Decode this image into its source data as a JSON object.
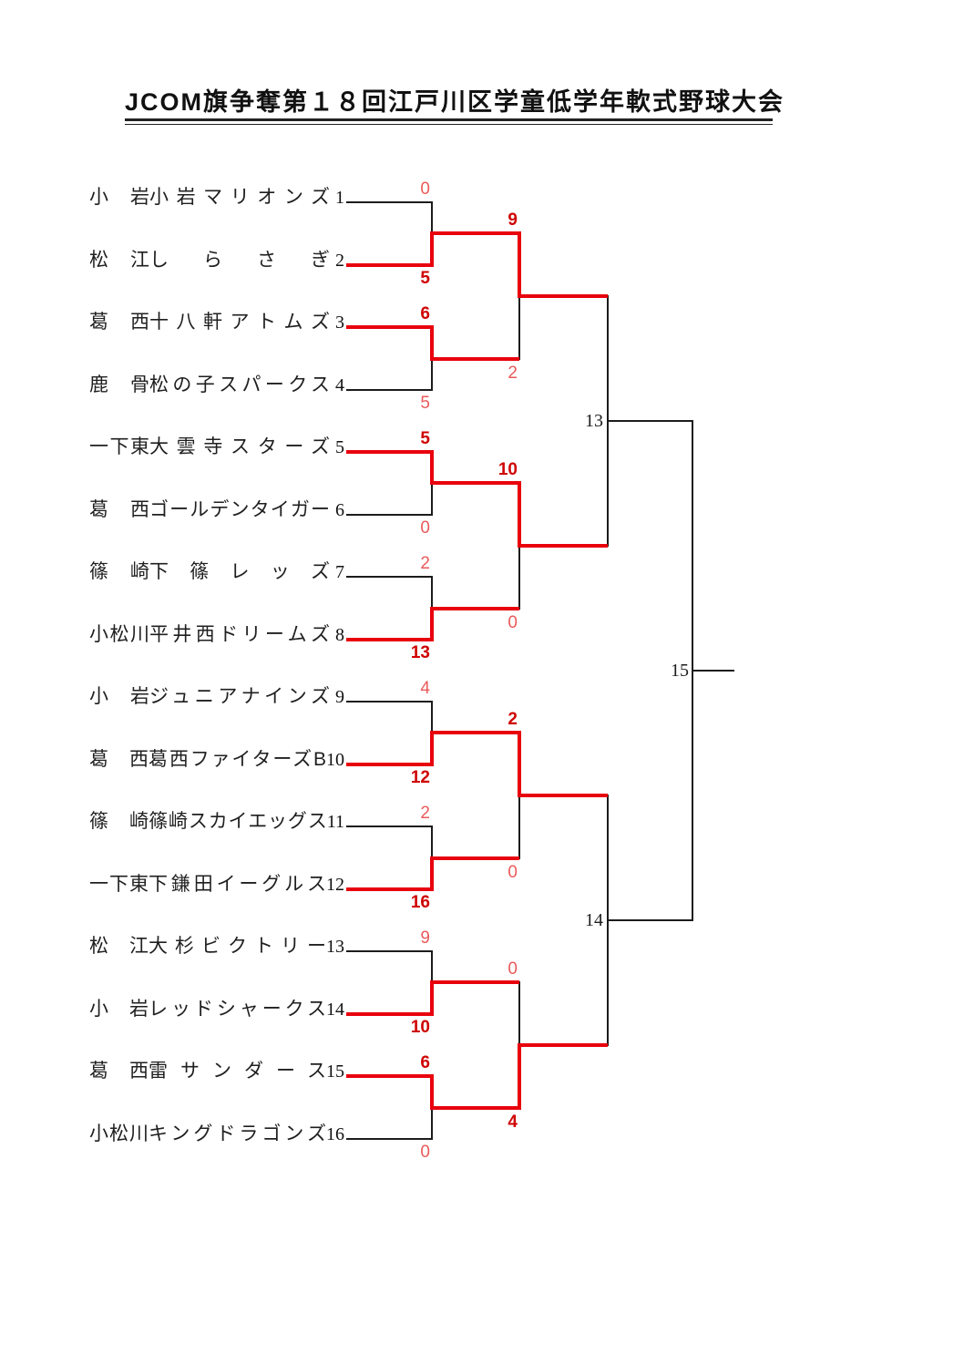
{
  "title": "JCOM旗争奪第１８回江戸川区学童低学年軟式野球大会",
  "colors": {
    "bracket_red": "#e8000d",
    "winner_score_red": "#cf0000",
    "loser_score_red": "#ea5a5a",
    "line_black": "#1c1c1c"
  },
  "round1": {
    "teams": [
      {
        "region": "小岩",
        "name": "小岩マリオンズ",
        "number": "1",
        "score": "0",
        "result": "lose"
      },
      {
        "region": "松江",
        "name": "しらさぎ",
        "number": "2",
        "score": "5",
        "result": "win"
      },
      {
        "region": "葛西",
        "name": "十八軒アトムズ",
        "number": "3",
        "score": "6",
        "result": "win"
      },
      {
        "region": "鹿骨",
        "name": "松の子スパークス",
        "number": "4",
        "score": "5",
        "result": "lose"
      },
      {
        "region": "一下東",
        "name": "大雲寺スターズ",
        "number": "5",
        "score": "5",
        "result": "win"
      },
      {
        "region": "葛西",
        "name": "ゴールデンタイガー",
        "number": "6",
        "score": "0",
        "result": "lose"
      },
      {
        "region": "篠崎",
        "name": "下篠レッズ",
        "number": "7",
        "score": "2",
        "result": "lose"
      },
      {
        "region": "小松川",
        "name": "平井西ドリームズ",
        "number": "8",
        "score": "13",
        "result": "win"
      },
      {
        "region": "小岩",
        "name": "ジュニアナインズ",
        "number": "9",
        "score": "4",
        "result": "lose"
      },
      {
        "region": "葛西",
        "name": "葛西ファイターズB",
        "number": "10",
        "score": "12",
        "result": "win"
      },
      {
        "region": "篠崎",
        "name": "篠崎スカイエッグス",
        "number": "11",
        "score": "2",
        "result": "lose"
      },
      {
        "region": "一下東",
        "name": "下鎌田イーグルス",
        "number": "12",
        "score": "16",
        "result": "win"
      },
      {
        "region": "松江",
        "name": "大杉ビクトリー",
        "number": "13",
        "score": "9",
        "result": "lose"
      },
      {
        "region": "小岩",
        "name": "レッドシャークス",
        "number": "14",
        "score": "10",
        "result": "win"
      },
      {
        "region": "葛西",
        "name": "雷サンダース",
        "number": "15",
        "score": "6",
        "result": "win"
      },
      {
        "region": "小松川",
        "name": "キングドラゴンズ",
        "number": "16",
        "score": "0",
        "result": "lose"
      }
    ]
  },
  "round2": {
    "matches": [
      {
        "top_score": "9",
        "bottom_score": "2",
        "winner": "top"
      },
      {
        "top_score": "10",
        "bottom_score": "0",
        "winner": "top"
      },
      {
        "top_score": "2",
        "bottom_score": "0",
        "winner": "top"
      },
      {
        "top_score": "0",
        "bottom_score": "4",
        "winner": "bottom"
      }
    ]
  },
  "game_numbers": {
    "semifinal_1": "13",
    "semifinal_2": "14",
    "final": "15"
  }
}
